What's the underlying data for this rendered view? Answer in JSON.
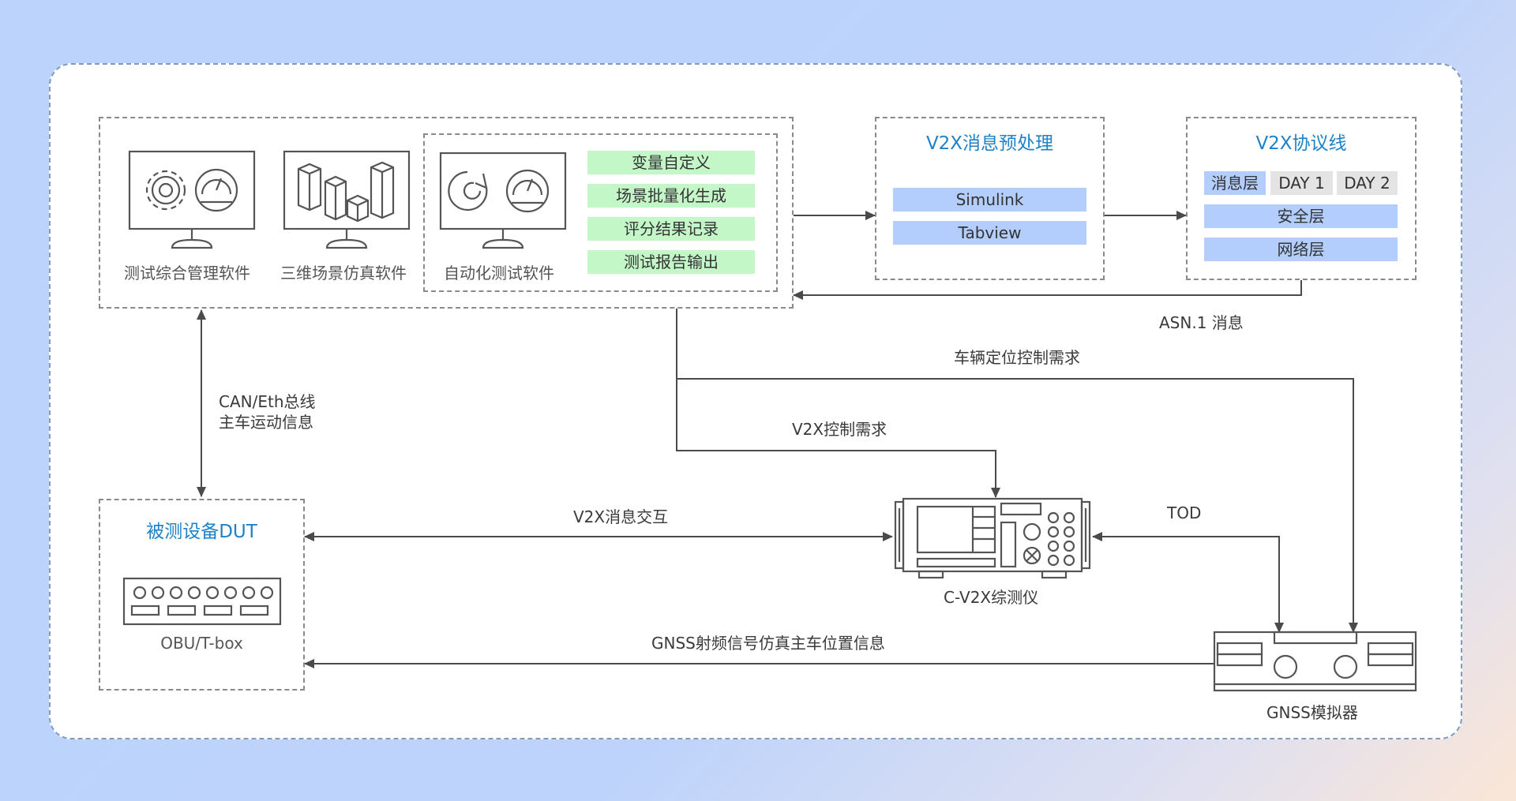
{
  "software_group": {
    "test_mgmt_label": "测试综合管理软件",
    "scene_sim_label": "三维场景仿真软件",
    "auto_test_label": "自动化测试软件",
    "features": [
      "变量自定义",
      "场景批量化生成",
      "评分结果记录",
      "测试报告输出"
    ]
  },
  "preprocess": {
    "title": "V2X消息预处理",
    "items": [
      "Simulink",
      "Tabview"
    ]
  },
  "protocol": {
    "title": "V2X协议线",
    "msg_layer": "消息层",
    "day1": "DAY 1",
    "day2": "DAY 2",
    "security_layer": "安全层",
    "network_layer": "网络层"
  },
  "dut": {
    "title": "被测设备DUT",
    "device_label": "OBU/T-box"
  },
  "tester_label": "C-V2X综测仪",
  "gnss_label": "GNSS模拟器",
  "links": {
    "asn": "ASN.1 消息",
    "vehicle_pos": "车辆定位控制需求",
    "can_line1": "CAN/Eth总线",
    "can_line2": "主车运动信息",
    "v2x_control": "V2X控制需求",
    "v2x_exchange": "V2X消息交互",
    "tod": "TOD",
    "gnss_rf": "GNSS射频信号仿真主车位置信息"
  },
  "colors": {
    "title_blue": "#1e82c8",
    "feature_green": "#c3f7c8",
    "layer_blue": "#b3cefc",
    "line": "#4a4a4a"
  }
}
